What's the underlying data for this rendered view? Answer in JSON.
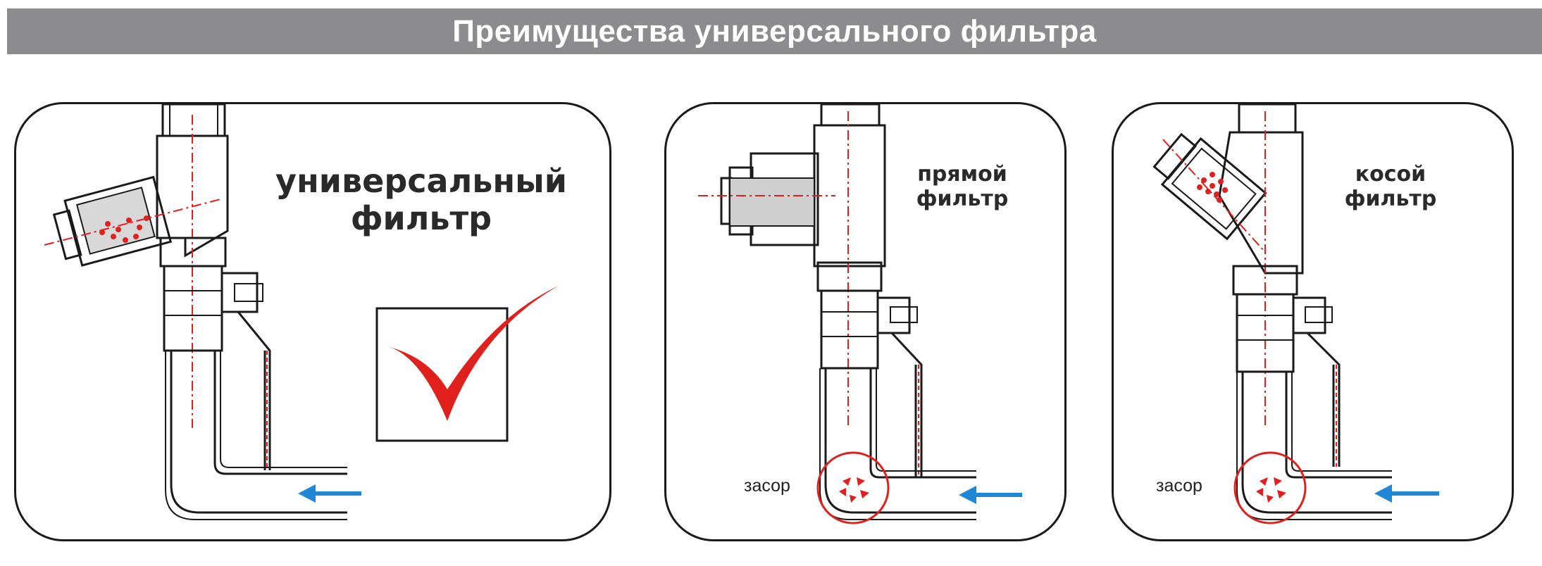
{
  "header": {
    "title": "Преимущества универсального фильтра"
  },
  "panels": {
    "universal": {
      "label_line1": "универсальный",
      "label_line2": "фильтр"
    },
    "straight": {
      "label_line1": "прямой",
      "label_line2": "фильтр",
      "clog_label": "засор"
    },
    "oblique": {
      "label_line1": "косой",
      "label_line2": "фильтр",
      "clog_label": "засор"
    }
  },
  "colors": {
    "banner": "#8c8c8e",
    "accent_red": "#e0201c",
    "flow_arrow": "#1e88d6",
    "outline": "#1a1a1a"
  },
  "icons": [
    "check-mark-icon",
    "flow-arrow-icon",
    "clog-circle-icon"
  ]
}
